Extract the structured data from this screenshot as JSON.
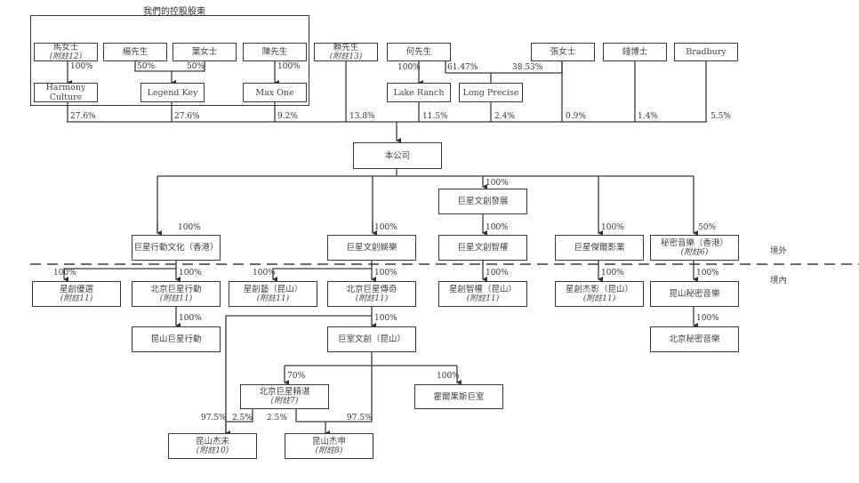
{
  "group_title": "我們的控股股東",
  "shareholders": {
    "ma": {
      "name": "馬女士",
      "note": "(附註12)"
    },
    "yang": {
      "name": "楊先生"
    },
    "ye": {
      "name": "葉女士"
    },
    "chen": {
      "name": "陳先生"
    },
    "lai": {
      "name": "賴先生",
      "note": "(附註13)"
    },
    "he": {
      "name": "何先生"
    },
    "zhang": {
      "name": "張女士"
    },
    "qian": {
      "name": "錢博士"
    },
    "bradbury": {
      "name": "Bradbury"
    }
  },
  "holdcos": {
    "harmony": "Harmony Culture",
    "legend": "Legend Key",
    "maxone": "Max One",
    "lake": "Lake Ranch",
    "longprecise": "Long Precise"
  },
  "company": "本公司",
  "offshore": {
    "fazhan": "巨星文創發展",
    "xingdong_hk": "巨星行動文化（香港）",
    "yule": "巨星文創娛樂",
    "zhiquan": "巨星文創智權",
    "jieer": "巨星傑爾影業",
    "mimi_hk": {
      "name": "秘密音樂（香港）",
      "note": "(附註6)"
    }
  },
  "onshore": {
    "youxuan": {
      "name": "星創優選",
      "note": "(附註11)"
    },
    "bj_xingdong": {
      "name": "北京巨星行動",
      "note": "(附註11)"
    },
    "xingyi": {
      "name": "星創藝（昆山）",
      "note": "(附註11)"
    },
    "bj_chuanqi": {
      "name": "北京巨星傳奇",
      "note": "(附註11)"
    },
    "zhiquan_ks": {
      "name": "星創智權（昆山）",
      "note": "(附註11)"
    },
    "jieying": {
      "name": "星創杰影（昆山）",
      "note": "(附註11)"
    },
    "ks_mimi": {
      "name": "昆山秘密音樂"
    },
    "ks_xingdong": {
      "name": "昆山巨星行動"
    },
    "jushi": {
      "name": "巨室文創（昆山）"
    },
    "bj_mimi": {
      "name": "北京秘密音樂"
    },
    "jingzhan": {
      "name": "北京巨星精湛",
      "note": "(附註7)"
    },
    "huoer": {
      "name": "霍爾果斯巨室"
    },
    "jiewei": {
      "name": "昆山杰未",
      "note": "(附註10)"
    },
    "jieshen": {
      "name": "昆山杰申",
      "note": "(附註8)"
    }
  },
  "regions": {
    "offshore": "境外",
    "onshore": "境內"
  },
  "pct": {
    "ma_harmony": "100%",
    "yang_legend": "50%",
    "ye_legend": "50%",
    "chen_maxone": "100%",
    "harmony_co": "27.6%",
    "legend_co": "27.6%",
    "maxone_co": "9.2%",
    "lai_co": "13.8%",
    "he_lake": "100%",
    "he_long": "61.47%",
    "zhang_long": "38.53%",
    "lake_co": "11.5%",
    "long_co": "2.4%",
    "zhang_co": "0.9%",
    "qian_co": "1.4%",
    "bradbury_co": "5.5%",
    "co_fazhan": "100%",
    "co_xingdong": "100%",
    "co_yule": "100%",
    "fazhan_zhiquan": "100%",
    "co_jieer": "100%",
    "co_mimi": "50%",
    "xd_youxuan": "100%",
    "xd_bjxd": "100%",
    "bjxd_ksxd": "100%",
    "yule_xingyi": "100%",
    "yule_chuanqi": "100%",
    "zq_zqks": "100%",
    "jieer_jieying": "100%",
    "mimi_ksmimi": "100%",
    "ksmimi_bjmimi": "100%",
    "chuanqi_jushi": "100%",
    "jushi_jingzhan": "70%",
    "jushi_huoer": "100%",
    "chuanqi_jiewei": "97.5%",
    "jingzhan_jiewei": "2.5%",
    "jingzhan_jieshen": "2.5%",
    "jushi_jieshen": "97.5%"
  }
}
